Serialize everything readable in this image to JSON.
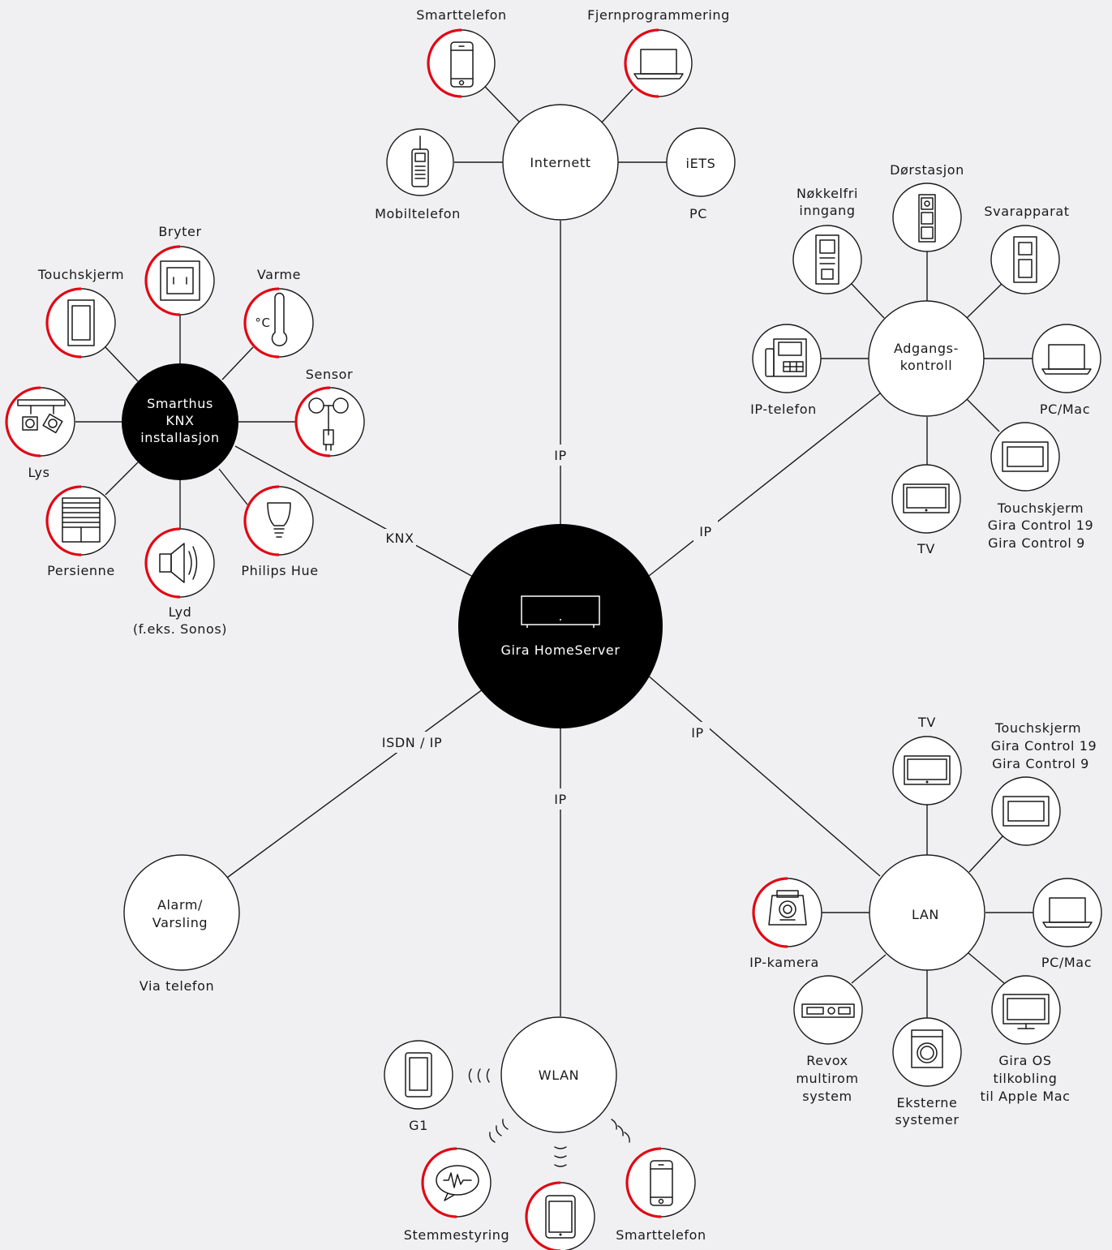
{
  "hub": {
    "label": "Gira HomeServer"
  },
  "links": {
    "knx": "KNX",
    "ip_internet": "IP",
    "ip_access": "IP",
    "ip_lan": "IP",
    "ip_wlan": "IP",
    "isdn_ip": "ISDN / IP"
  },
  "internet": {
    "label": "Internett",
    "smartphone": "Smarttelefon",
    "remote": "Fjernprogrammering",
    "mobile": "Mobiltelefon",
    "iets": "iETS",
    "pc": "PC"
  },
  "knx": {
    "label_line1": "Smarthus",
    "label_line2": "KNX",
    "label_line3": "installasjon",
    "switch": "Bryter",
    "touch": "Touchskjerm",
    "heating": "Varme",
    "heating_symbol": "°C",
    "sensor": "Sensor",
    "light": "Lys",
    "blind": "Persienne",
    "sound_line1": "Lyd",
    "sound_line2": "(f.eks. Sonos)",
    "hue": "Philips Hue"
  },
  "access": {
    "label_line1": "Adgangs-",
    "label_line2": "kontroll",
    "door": "Dørstasjon",
    "keyless_line1": "Nøkkelfri",
    "keyless_line2": "inngang",
    "answer": "Svarapparat",
    "ipphone": "IP-telefon",
    "pcmac": "PC/Mac",
    "tv": "TV",
    "touch_line1": "Touchskjerm",
    "touch_line2": "Gira Control 19",
    "touch_line3": "Gira Control 9"
  },
  "lan": {
    "label": "LAN",
    "tv": "TV",
    "touch_line1": "Touchskjerm",
    "touch_line2": "Gira Control 19",
    "touch_line3": "Gira Control 9",
    "ipcam": "IP-kamera",
    "pcmac": "PC/Mac",
    "revox_line1": "Revox",
    "revox_line2": "multirom",
    "revox_line3": "system",
    "external_line1": "Eksterne",
    "external_line2": "systemer",
    "giraos_line1": "Gira OS",
    "giraos_line2": "tilkobling",
    "giraos_line3": "til Apple Mac"
  },
  "alarm": {
    "label_line1": "Alarm/",
    "label_line2": "Varsling",
    "via": "Via telefon"
  },
  "wlan": {
    "label": "WLAN",
    "g1": "G1",
    "voice": "Stemmestyring",
    "smartphone": "Smarttelefon"
  },
  "colors": {
    "accent": "#e30613",
    "line": "#1a1a1a",
    "background": "#f0f0f2"
  },
  "icons": [
    "smartphone-icon",
    "laptop-icon",
    "mobile-phone-icon",
    "switch-icon",
    "touch-panel-icon",
    "thermometer-icon",
    "wind-sensor-icon",
    "spotlight-icon",
    "blind-icon",
    "speaker-icon",
    "bulb-icon",
    "door-station-icon",
    "keyless-entry-icon",
    "answering-unit-icon",
    "ip-phone-icon",
    "tv-icon",
    "ip-camera-icon",
    "receiver-icon",
    "washing-machine-icon",
    "monitor-icon",
    "tablet-icon",
    "speech-bubble-icon",
    "homeserver-icon"
  ]
}
